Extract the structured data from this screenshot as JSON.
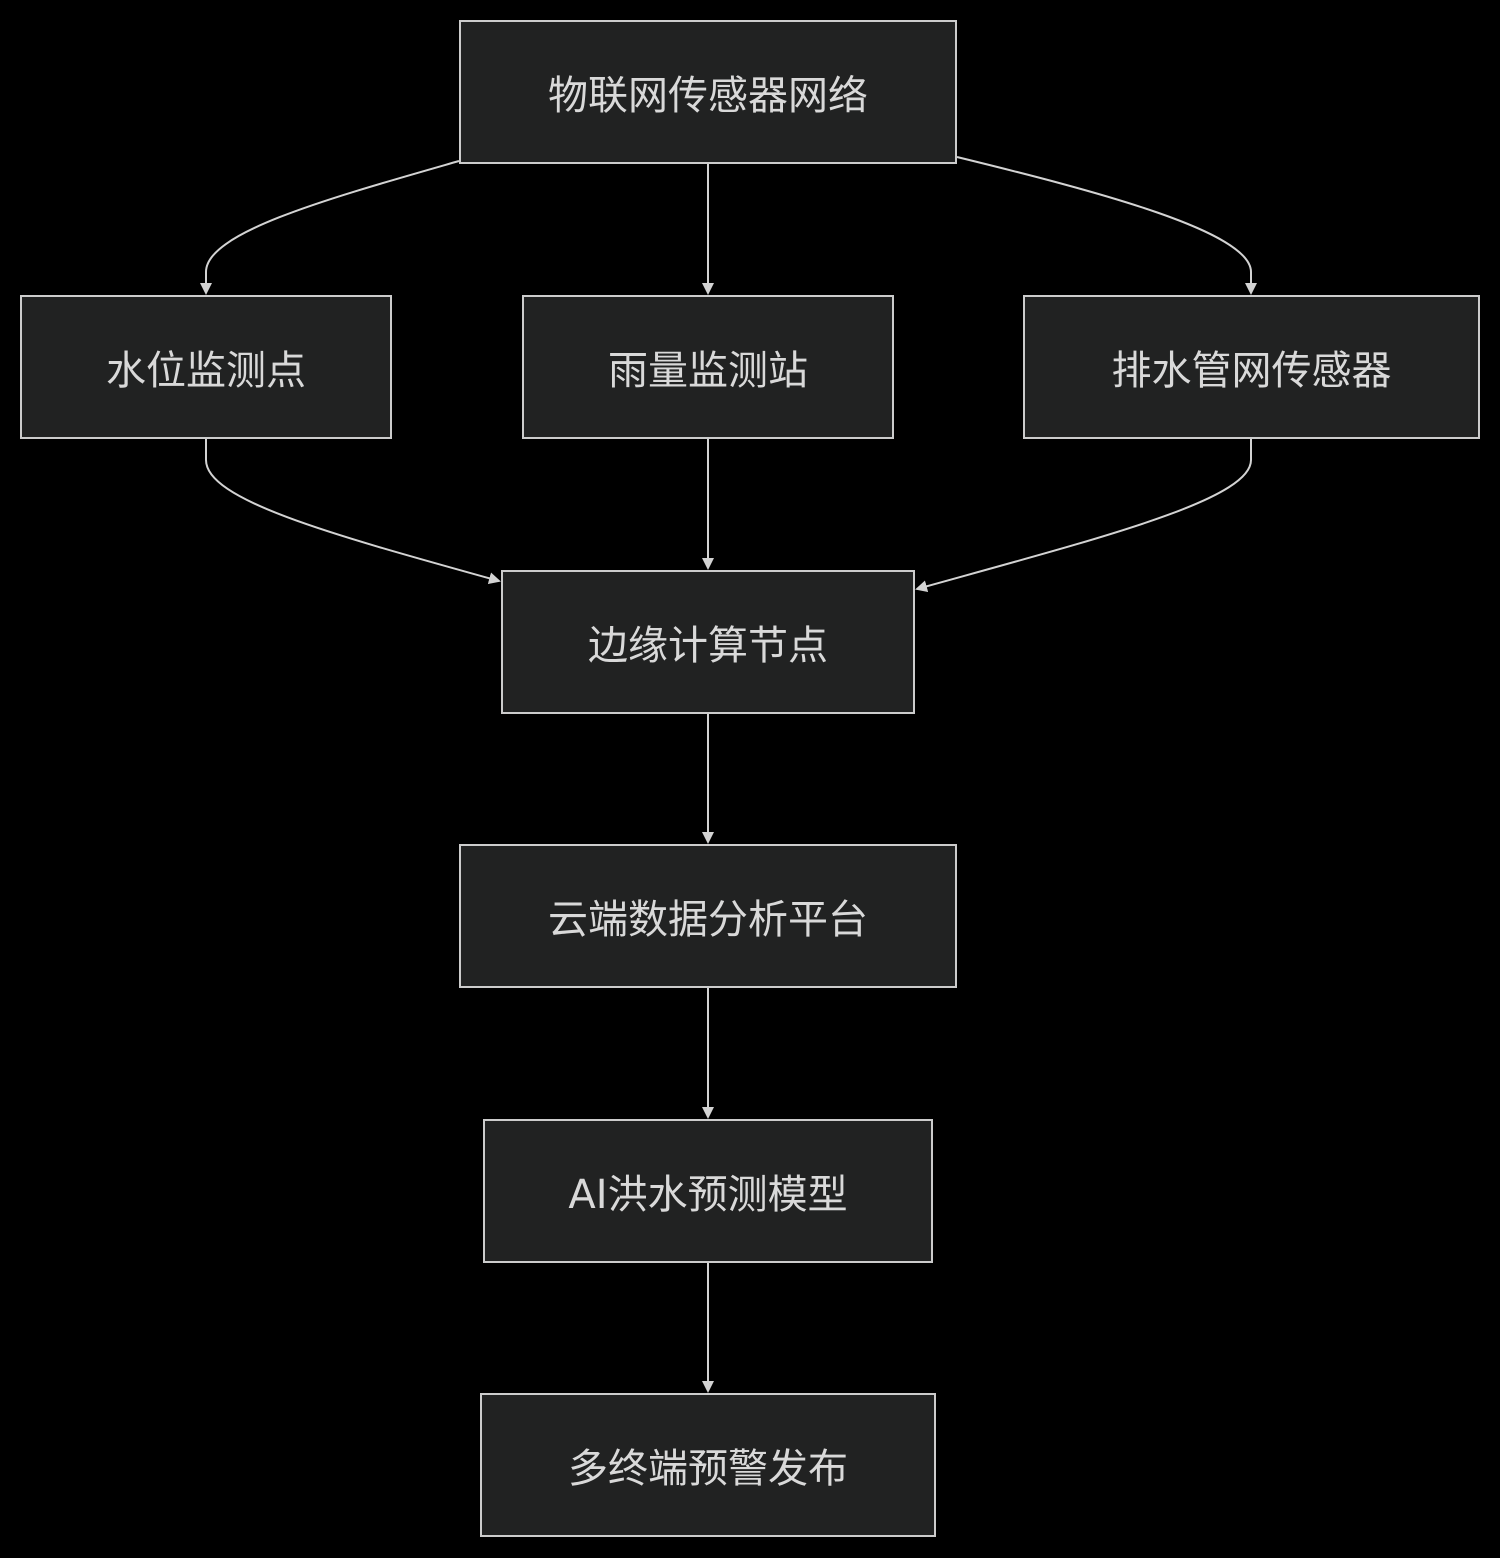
{
  "diagram": {
    "colors": {
      "background": "#000000",
      "node_fill": "#212222",
      "node_border": "#cccccc",
      "text": "#d9d9d9",
      "edge": "#d3d3d3"
    },
    "nodes": {
      "iot_network": "物联网传感器网络",
      "water_level": "水位监测点",
      "rain_station": "雨量监测站",
      "drain_sensor": "排水管网传感器",
      "edge_node": "边缘计算节点",
      "cloud_platform": "云端数据分析平台",
      "ai_model": "AI洪水预测模型",
      "warning_release": "多终端预警发布"
    },
    "edges": [
      {
        "from": "iot_network",
        "to": "water_level"
      },
      {
        "from": "iot_network",
        "to": "rain_station"
      },
      {
        "from": "iot_network",
        "to": "drain_sensor"
      },
      {
        "from": "water_level",
        "to": "edge_node"
      },
      {
        "from": "rain_station",
        "to": "edge_node"
      },
      {
        "from": "drain_sensor",
        "to": "edge_node"
      },
      {
        "from": "edge_node",
        "to": "cloud_platform"
      },
      {
        "from": "cloud_platform",
        "to": "ai_model"
      },
      {
        "from": "ai_model",
        "to": "warning_release"
      }
    ]
  }
}
